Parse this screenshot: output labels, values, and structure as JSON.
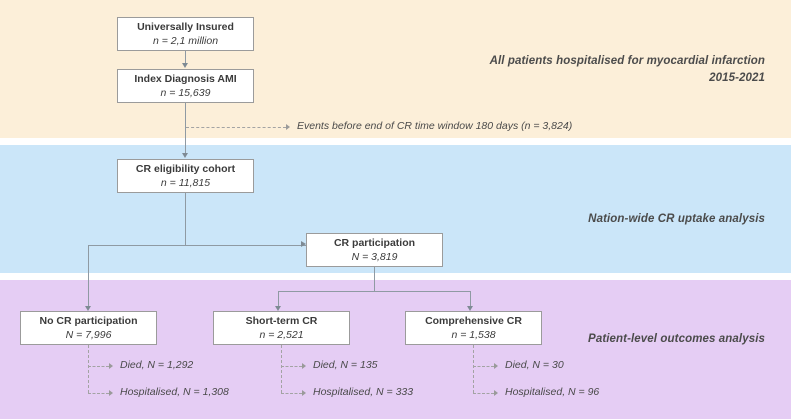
{
  "bands": [
    {
      "id": "cohort-definition",
      "label": "All patients hospitalised for myocardial infarction 2015-2021",
      "color": "#fcefd9"
    },
    {
      "id": "uptake-analysis",
      "label": "Nation-wide CR uptake analysis",
      "color": "#cbe6f9"
    },
    {
      "id": "outcomes-analysis",
      "label": "Patient-level outcomes analysis",
      "color": "#e5cdf4"
    }
  ],
  "nodes": {
    "universally_insured": {
      "title": "Universally Insured",
      "count": "n = 2,1 million"
    },
    "index_diagnosis": {
      "title": "Index Diagnosis AMI",
      "count": "n = 15,639"
    },
    "cr_eligibility": {
      "title": "CR eligibility cohort",
      "count": "n = 11,815"
    },
    "cr_participation": {
      "title": "CR participation",
      "count": "N = 3,819"
    },
    "no_cr": {
      "title": "No CR participation",
      "count": "N = 7,996"
    },
    "short_term_cr": {
      "title": "Short-term CR",
      "count": "n = 2,521"
    },
    "comprehensive_cr": {
      "title": "Comprehensive CR",
      "count": "n = 1,538"
    }
  },
  "exclusion_note": "Events before end of CR time window 180 days (n = 3,824)",
  "outcomes": {
    "no_cr": [
      "Died, N = 1,292",
      "Hospitalised, N = 1,308"
    ],
    "short_term_cr": [
      "Died, N = 135",
      "Hospitalised, N = 333"
    ],
    "comprehensive_cr": [
      "Died, N = 30",
      "Hospitalised, N = 96"
    ]
  }
}
